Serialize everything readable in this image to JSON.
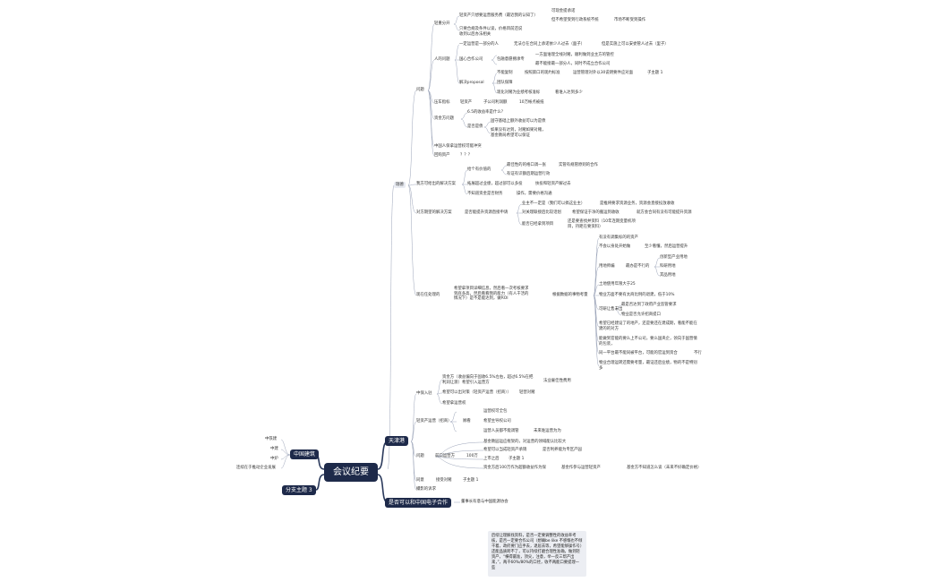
{
  "root": "会议纪要",
  "left_branches": {
    "zhongguo_jiantou": "中国建筑",
    "subtopic3": "分支主题 3",
    "zgjt_items": [
      "中铁建",
      "中建",
      "中炉",
      "连续在于推动企业发展"
    ]
  },
  "tianjingang": {
    "label": "天津港",
    "zhongbao_ruzhu": "中保入驻",
    "zb_items": [
      "资金方（收益偏向于固收6.5%左右，超过6.5%在把利润让渡）希望引入运营方",
      "法业雇佳性费用",
      "希望可以出对策（轻资产运营（招商））",
      "轻营对赌",
      "希望拿运营权"
    ],
    "qingzichan": "轻资产运营（招商）",
    "liudu": "顾看",
    "liudu_items": [
      "运营权可全包",
      "希望主导权公司",
      "运营人员都不能调管"
    ],
    "liudu_tail": "未来谁运营为为",
    "wenti": "问题",
    "wenti_a": "前口运营方",
    "wenti_a_val": "100万",
    "wenti_items": [
      "基金教园运应框架的，对运营的领域能认比较大",
      "希望可以当成轻资产承销",
      "是否利养能为专区产园",
      "上市之后",
      "子主题 1",
      "资金方后100万作为超额收益作为保",
      "基金作参与运营轻资产",
      "基金方不知道怎么谈（未来不好确定价格）"
    ],
    "tongshi": "同意",
    "tongshi_val": "接受对赌",
    "tongshi_tail": "子主题 1",
    "jiyin": "撮影的诉求"
  },
  "zhongdianzi": {
    "label": "是否可以和中国电子合作",
    "tail": "董事长有意与中国能源协会"
  },
  "note": "后续让理解找资料，是否一定要调整性的收益率考核，是否一定要合作公司（想确be like 不感慨也不倾干着，政府要门应手去，退居去等，希望能够操作号）还能品质跨不了，可以持续打磨合理性准确，做到轻资产，“横得最准，顶尖，注意，举一反三帮产出来，”，两千60%/80%的口径，收不两能口要提理一些",
  "xiangtan": {
    "label": "瑞德",
    "wenti": "问题",
    "qingguofen": "轻重分开",
    "qg_items": [
      "轻资产只想要运营服务费（最近我的认知了）",
      "可现金提承诺",
      "但不希望受到行政系统不统",
      "市场不断受到操作",
      "只要合规及条件以谈，价格目前还说收到以后办法相关"
    ],
    "rende": "人的问题",
    "rende_items": [
      "一定运营是一部分的人",
      "无法仓在合同上承诺依少人过去（面子）",
      "但是实施上可以安委管人过去（里子）",
      "国心合作公司",
      "包融意愿拥承专",
      "一方面谁理全线对赌，顺利做到业主方的管控",
      "最不能接最一部分人，同时不成立合作公司",
      "解决proposal",
      "不能复制",
      "按照第口的现约标准",
      "运营管理对外以30说明要件应对面",
      "子主题 1",
      "团队保障",
      "现化对赌为业绩考核准标",
      "看谁入达到多少"
    ],
    "lirun": "压车指标",
    "lirun_items": [
      "轻资产",
      "子公司利润额",
      "10万帐点被抵"
    ],
    "zijinfang": "资金方问题",
    "zjf_items": [
      "6.5的收益率是什么？",
      "是否是债",
      "固守基础上额外收益可以为是债",
      "如果没有达到，对赌如果对赌，基金教局希望可以保证"
    ],
    "zhongguo_renbao": "中国人保拿运营权可能冲突",
    "huizhuan": "回购资产",
    "huizhuan_val": "？？？",
    "jiejue": "我方可给出的解决方案",
    "jj_items": [
      "给个有价值的",
      "最佳性的的格口调一张",
      "实管有规管原则的合作",
      "有证有识额后期运营行效",
      "拓展超过业绩，超过部可以多投",
      "扶投和轻资产解过去",
      "不知道资金是否财务",
      "操作，需要价格沟通"
    ],
    "duifang": "对方期望的解决方案",
    "df_mid": "是否能提升资源直接申请",
    "df_items": [
      "业主不一定是（我们可以搞这业主）",
      "是推将要求资源业务，资源会直接投放收收",
      "对关理联接后比较话划",
      "希望保证于净的搬运到收收",
      "就方会合同有没有可能提升资源",
      "能否已经拿到项目",
      "还是要查找并资料（10年连期变量机项目，持距在要资料）"
    ],
    "xianzai": "现在任处理的",
    "xz_desc": "希望拿项目详细信息，然后看一次考核要求到底多高，然后看看我的能力（有人干活的情况下）是不是能达到，做ROI",
    "xz_mid": "根据数据的事物考量",
    "xz_items": [
      "有没有调集标的的资产",
      "不会以身处开始做",
      "至少看懂，然后运营提升",
      "用地师编",
      "最办是不行的",
      "创新型产业用地",
      "科研用地",
      "其品用地",
      "土地使用年限大于25",
      "物业方面不要有太商比例的退建，低于10%",
      "可研让售未出",
      "最是否达到了政府产业监管要求",
      "物业是否允许招商提口",
      "希望已经建设了的地产，还是要还在建成期，看能不能在建的的对方",
      "能做到官能的要么上不公司，要么国央企，领向于国营情的包装，",
      "同一平台最不能同被平台，可能的官运到资合",
      "不行",
      "物业合理运转还需要考量，最证还后业绩，物的不是特别多"
    ]
  }
}
